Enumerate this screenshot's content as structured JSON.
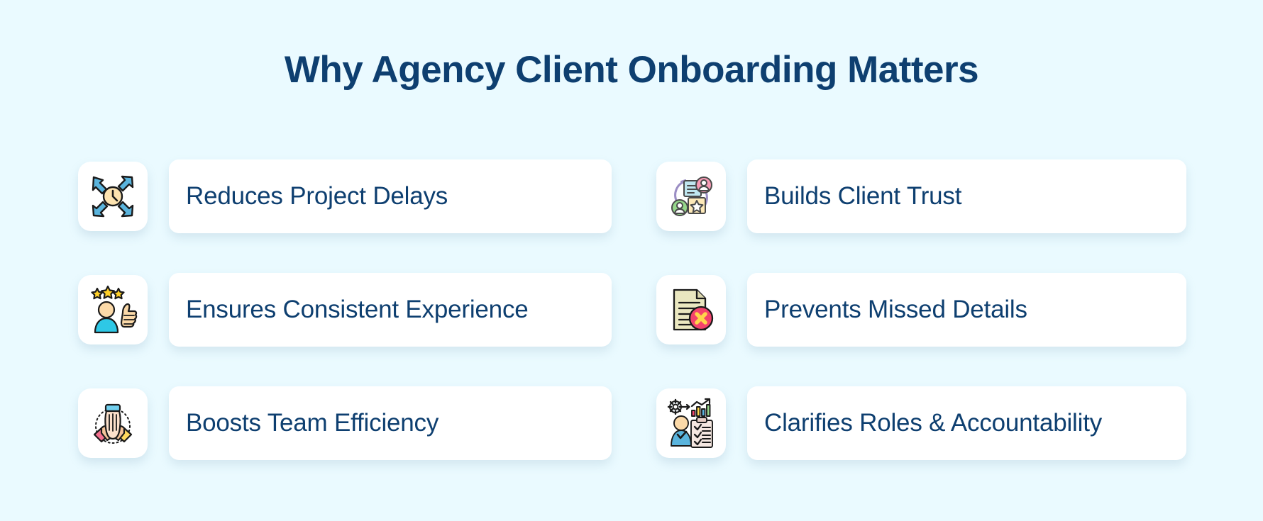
{
  "header": {
    "title": "Why Agency Client Onboarding Matters"
  },
  "theme": {
    "background": "#eafaff",
    "card_background": "#ffffff",
    "text_navy": "#0e3f70",
    "accent_blue": "#5ab4dd",
    "accent_pink": "#f2547d",
    "accent_yellow": "#fcd34d",
    "accent_cream": "#fde9b8",
    "accent_green": "#8fce7e",
    "accent_purple": "#9b8ec4"
  },
  "columns": [
    {
      "name": "left-column",
      "items": [
        {
          "label": "Reduces Project Delays",
          "icon": "arrows-converging-clock-icon"
        },
        {
          "label": "Ensures Consistent Experience",
          "icon": "three-stars-thumbs-up-icon"
        },
        {
          "label": "Boosts Team Efficiency",
          "icon": "three-hands-together-icon"
        }
      ]
    },
    {
      "name": "right-column",
      "items": [
        {
          "label": "Builds Client Trust",
          "icon": "two-avatars-document-star-icon"
        },
        {
          "label": "Prevents Missed Details",
          "icon": "document-with-error-badge-icon"
        },
        {
          "label": "Clarifies Roles & Accountability",
          "icon": "person-gear-chart-clipboard-icon"
        }
      ]
    }
  ]
}
